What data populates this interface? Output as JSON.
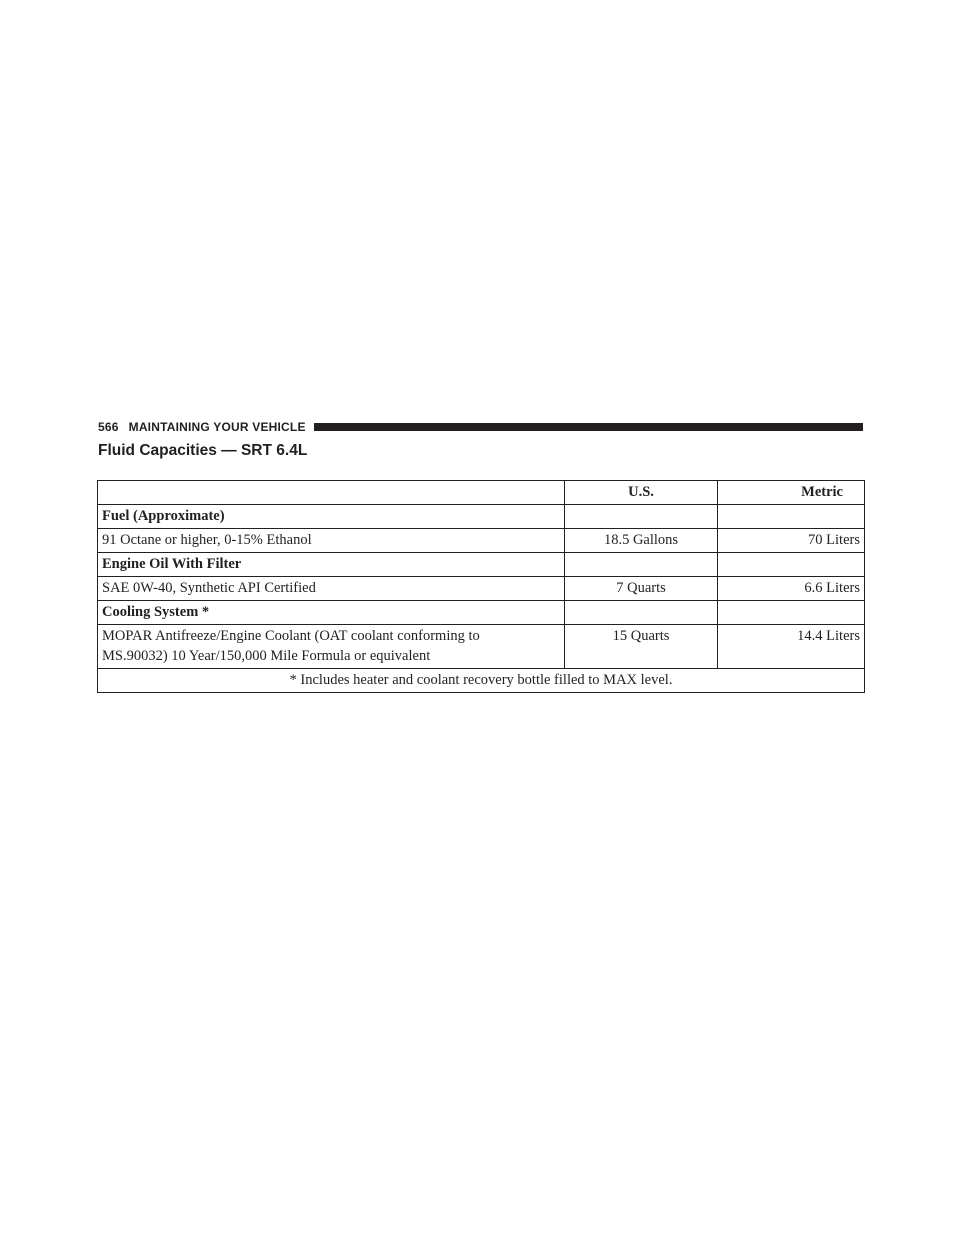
{
  "header": {
    "page_number": "566",
    "section": "MAINTAINING YOUR VEHICLE"
  },
  "title": "Fluid Capacities — SRT 6.4L",
  "table": {
    "columns": [
      "",
      "U.S.",
      "Metric"
    ],
    "rows": [
      {
        "label": "Fuel (Approximate)",
        "us": "",
        "metric": "",
        "heading": true
      },
      {
        "label": "91 Octane or higher, 0-15% Ethanol",
        "us": "18.5 Gallons",
        "metric": "70 Liters",
        "heading": false
      },
      {
        "label": "Engine Oil With Filter",
        "us": "",
        "metric": "",
        "heading": true
      },
      {
        "label": "SAE 0W-40, Synthetic API Certified",
        "us": "7 Quarts",
        "metric": "6.6 Liters",
        "heading": false
      },
      {
        "label": "Cooling System *",
        "us": "",
        "metric": "",
        "heading": true
      },
      {
        "label_line1": "MOPAR Antifreeze/Engine Coolant (OAT coolant conforming to",
        "label_line2": "MS.90032) 10 Year/150,000 Mile Formula or equivalent",
        "us": "15 Quarts",
        "metric": "14.4 Liters",
        "heading": false
      }
    ],
    "footnote": "* Includes heater and coolant recovery bottle filled to MAX level."
  }
}
